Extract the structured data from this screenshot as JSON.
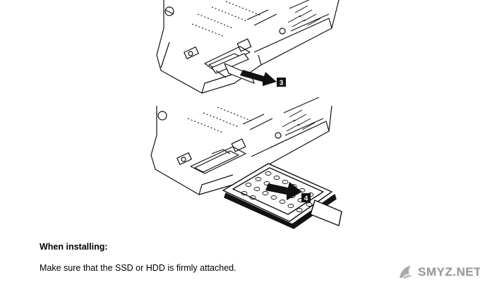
{
  "illustration": {
    "step_one_label": "3",
    "step_two_label": "4"
  },
  "content": {
    "heading": "When installing:",
    "instruction": "Make sure that the SSD or HDD is firmly attached."
  },
  "watermark": {
    "text": "SMYZ.NET",
    "icon": "bird-logo-icon",
    "color": "#9a9a9a"
  }
}
